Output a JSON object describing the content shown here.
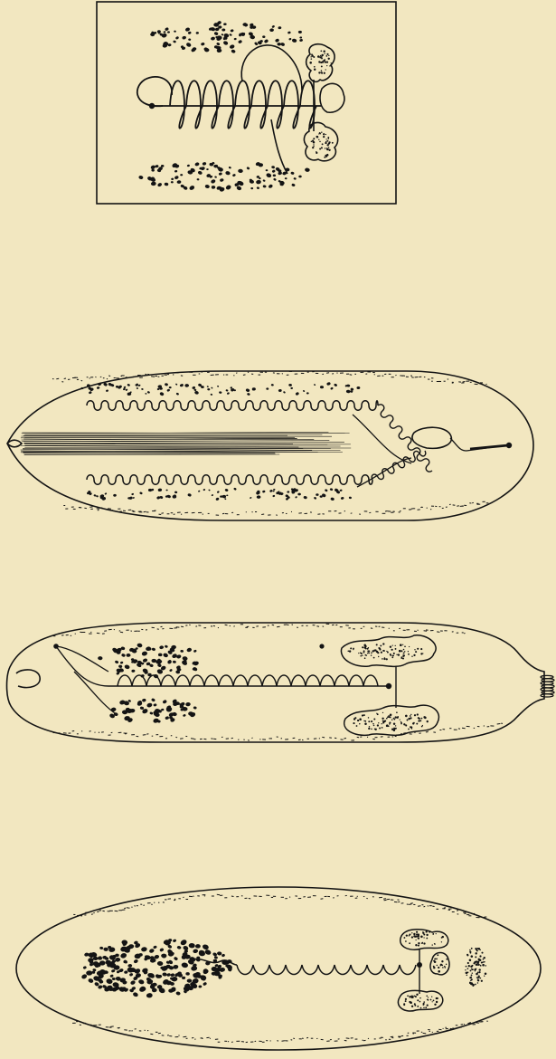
{
  "plate": {
    "figures": [
      {
        "id": "fig-1",
        "kind": "boxed-organ-detail"
      },
      {
        "id": "fig-2",
        "kind": "elongate-body-dense-coils"
      },
      {
        "id": "fig-3",
        "kind": "body-with-tail-coils"
      },
      {
        "id": "fig-4",
        "kind": "oval-body-compact-glands"
      }
    ],
    "colors": {
      "paper": "#f2e7c0",
      "ink": "#141414"
    }
  }
}
